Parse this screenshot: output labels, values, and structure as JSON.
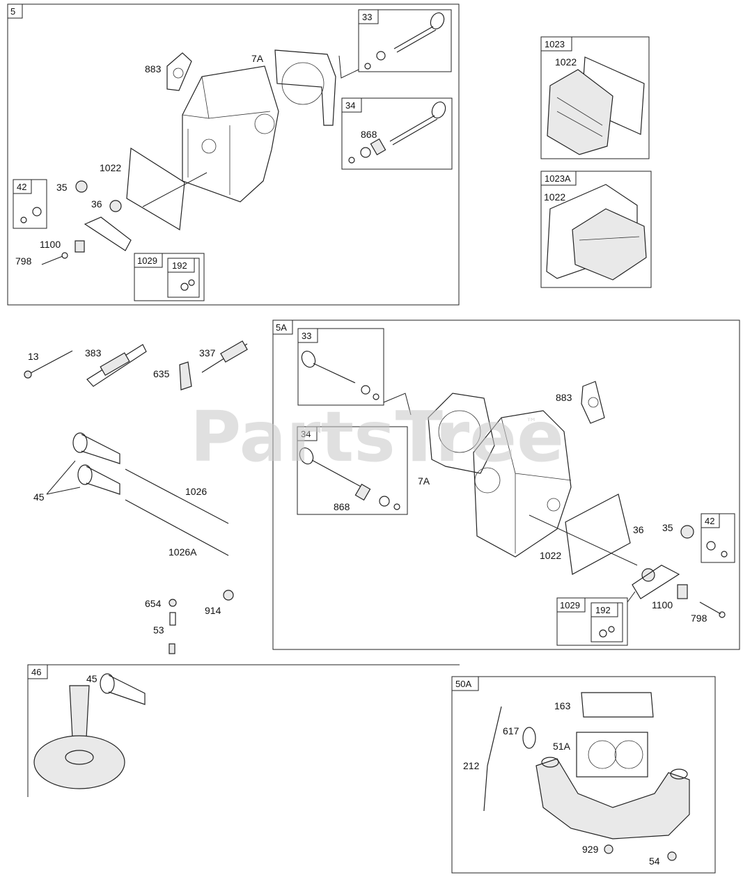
{
  "watermark": {
    "text": "PartsTree",
    "mark": "™"
  },
  "groups": {
    "g5": "5",
    "g5_33": "33",
    "g5_34": "34",
    "g5_42": "42",
    "g5_1029": "1029",
    "g5_192": "192",
    "g1023": "1023",
    "g1023A": "1023A",
    "g5A": "5A",
    "g5A_33": "33",
    "g5A_34": "34",
    "g5A_42": "42",
    "g5A_1029": "1029",
    "g5A_192": "192",
    "g46": "46",
    "g50A": "50A"
  },
  "labels": {
    "s5_883": "883",
    "s5_7A": "7A",
    "s5_868": "868",
    "s5_1022": "1022",
    "s5_35": "35",
    "s5_36": "36",
    "s5_1100": "1100",
    "s5_798": "798",
    "s1023_1022": "1022",
    "s1023A_1022": "1022",
    "l_13": "13",
    "l_383": "383",
    "l_337": "337",
    "l_635": "635",
    "l_45": "45",
    "l_1026": "1026",
    "l_1026A": "1026A",
    "l_654": "654",
    "l_914": "914",
    "l_53": "53",
    "s5A_883": "883",
    "s5A_7A": "7A",
    "s5A_868": "868",
    "s5A_36": "36",
    "s5A_35": "35",
    "s5A_1022": "1022",
    "s5A_1100": "1100",
    "s5A_798": "798",
    "s46_45": "45",
    "s50A_163": "163",
    "s50A_617": "617",
    "s50A_51A": "51A",
    "s50A_212": "212",
    "s50A_929": "929",
    "s50A_54": "54"
  }
}
